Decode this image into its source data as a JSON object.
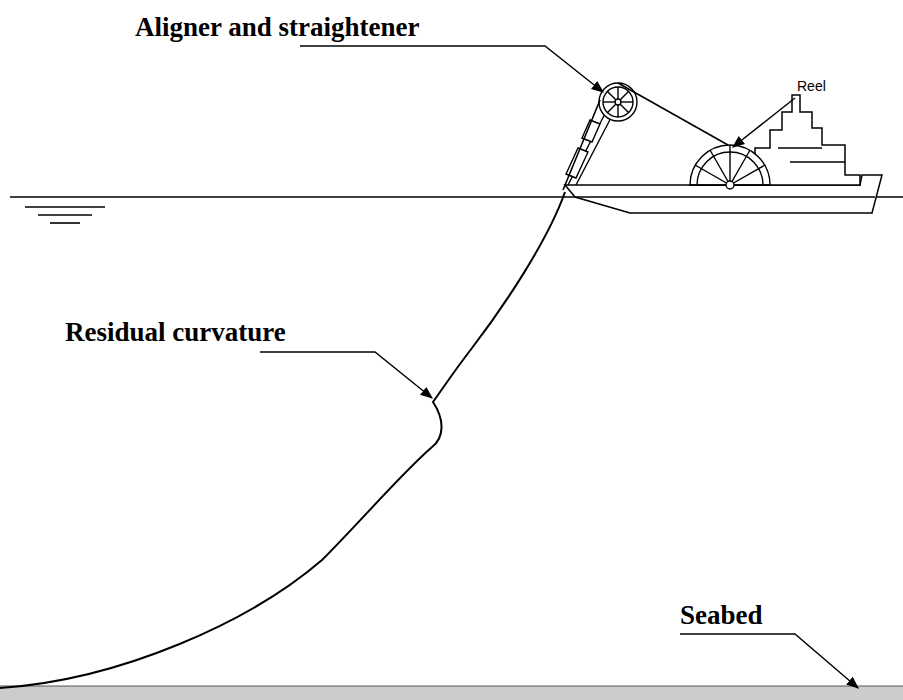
{
  "diagram": {
    "labels": [
      "Aligner and straightener",
      "Reel",
      "Residual curvature",
      "Seabed"
    ]
  }
}
